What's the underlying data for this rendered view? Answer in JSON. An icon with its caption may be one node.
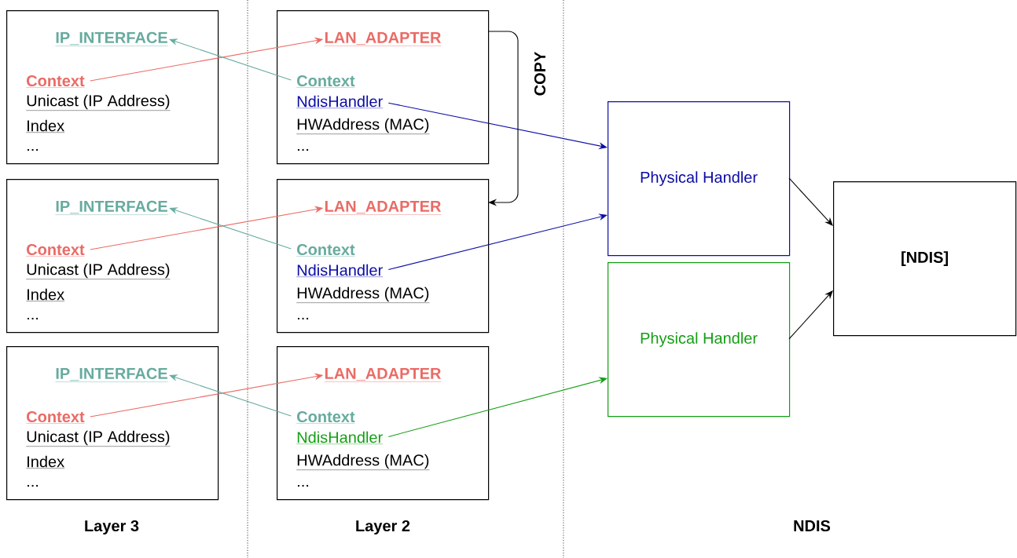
{
  "diagram": {
    "nodes": [
      {
        "text": [],
        "shape": "box"
      },
      {
        "text": [
          "IP_INTERFACE"
        ],
        "in": 0
      },
      {
        "text": [
          "Context"
        ],
        "in": 0
      },
      {
        "text": [
          "Unicast (IP Address)"
        ],
        "in": 0
      },
      {
        "text": [
          "Index"
        ],
        "in": 0
      },
      {
        "text": [
          "..."
        ],
        "in": 0
      },
      {
        "text": [],
        "shape": "box"
      },
      {
        "text": [
          "LAN_ADAPTER"
        ],
        "in": 6
      },
      {
        "text": [
          "Context"
        ],
        "in": 6
      },
      {
        "text": [
          "NdisHandler"
        ],
        "in": 6
      },
      {
        "text": [
          "HWAddress (MAC)"
        ],
        "in": 6
      },
      {
        "text": [
          "..."
        ],
        "in": 6
      },
      {
        "text": [],
        "shape": "box"
      },
      {
        "text": [
          "IP_INTERFACE"
        ],
        "in": 12
      },
      {
        "text": [
          "Context"
        ],
        "in": 12
      },
      {
        "text": [
          "Unicast (IP Address)"
        ],
        "in": 12
      },
      {
        "text": [
          "Index"
        ],
        "in": 12
      },
      {
        "text": [
          "..."
        ],
        "in": 12
      },
      {
        "text": [],
        "shape": "box"
      },
      {
        "text": [
          "LAN_ADAPTER"
        ],
        "in": 18
      },
      {
        "text": [
          "Context"
        ],
        "in": 18
      },
      {
        "text": [
          "NdisHandler"
        ],
        "in": 18
      },
      {
        "text": [
          "HWAddress (MAC)"
        ],
        "in": 18
      },
      {
        "text": [
          "..."
        ],
        "in": 18
      },
      {
        "text": [],
        "shape": "box"
      },
      {
        "text": [
          "IP_INTERFACE"
        ],
        "in": 24
      },
      {
        "text": [
          "Context"
        ],
        "in": 24
      },
      {
        "text": [
          "Unicast (IP Address)"
        ],
        "in": 24
      },
      {
        "text": [
          "Index"
        ],
        "in": 24
      },
      {
        "text": [
          "..."
        ],
        "in": 24
      },
      {
        "text": [],
        "shape": "box"
      },
      {
        "text": [
          "LAN_ADAPTER"
        ],
        "in": 30
      },
      {
        "text": [
          "Context"
        ],
        "in": 30
      },
      {
        "text": [
          "NdisHandler"
        ],
        "in": 30
      },
      {
        "text": [
          "HWAddress (MAC)"
        ],
        "in": 30
      },
      {
        "text": [
          "..."
        ],
        "in": 30
      },
      {
        "text": [
          "Physical Handler"
        ]
      },
      {
        "text": [
          "Physical Handler"
        ]
      },
      {
        "text": [
          "[NDIS]"
        ]
      }
    ],
    "edges": [
      {
        "from": 2,
        "to": 7,
        "arrow": "to",
        "color": "#ea6b66"
      },
      {
        "from": 8,
        "to": 1,
        "arrow": "to",
        "color": "#67ab9f"
      },
      {
        "from": 9,
        "to": 36,
        "arrow": "to",
        "color": "#0d0da6"
      },
      {
        "from": 6,
        "to": 18,
        "arrow": "to",
        "label": "COPY",
        "color": "#000000"
      },
      {
        "from": 14,
        "to": 19,
        "arrow": "to",
        "color": "#ea6b66"
      },
      {
        "from": 20,
        "to": 13,
        "arrow": "to",
        "color": "#67ab9f"
      },
      {
        "from": 21,
        "to": 36,
        "arrow": "to",
        "color": "#0d0da6"
      },
      {
        "from": 26,
        "to": 31,
        "arrow": "to",
        "color": "#ea6b66"
      },
      {
        "from": 32,
        "to": 25,
        "arrow": "to",
        "color": "#67ab9f"
      },
      {
        "from": 33,
        "to": 37,
        "arrow": "to",
        "color": "#139e13"
      },
      {
        "from": 36,
        "to": 38,
        "arrow": "to",
        "color": "#000000"
      },
      {
        "from": 37,
        "to": 38,
        "arrow": "to",
        "color": "#000000"
      }
    ],
    "labels": [
      "Layer 3",
      "Layer 2",
      "NDIS"
    ]
  }
}
